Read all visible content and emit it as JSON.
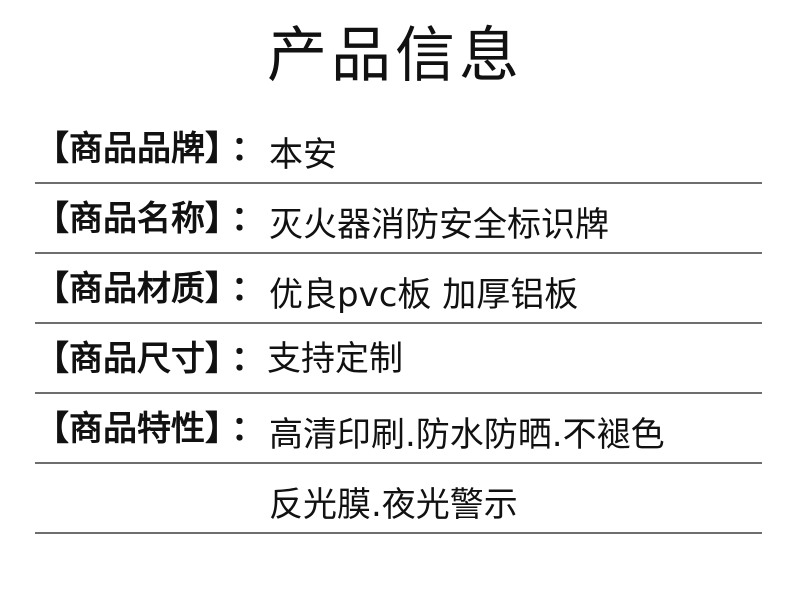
{
  "title": "产品信息",
  "rows": [
    {
      "label": "【商品品牌】",
      "colon": "：",
      "value": "本安"
    },
    {
      "label": "【商品名称】",
      "colon": "：",
      "value": "灭火器消防安全标识牌"
    },
    {
      "label": "【商品材质】",
      "colon": "：",
      "value": "优良pvc板 加厚铝板"
    },
    {
      "label": "【商品尺寸】",
      "colon": "：",
      "value": "支持定制"
    },
    {
      "label": "【商品特性】",
      "colon": "：",
      "value": "高清印刷.防水防晒.不褪色"
    },
    {
      "label": "",
      "colon": "",
      "value": "反光膜.夜光警示"
    }
  ]
}
